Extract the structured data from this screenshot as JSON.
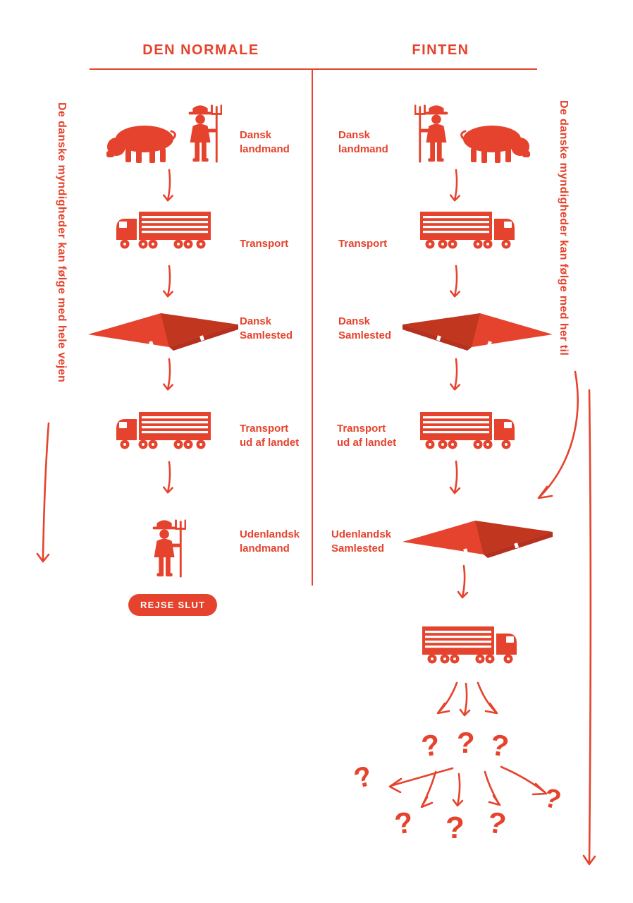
{
  "colors": {
    "primary": "#E5432D",
    "dark_red": "#B5301E",
    "background": "#FFFFFF"
  },
  "columns": {
    "left": {
      "header": "DEN NORMALE",
      "side_note": "De danske myndigheder kan følge med hele vejen",
      "steps": [
        {
          "icon": "pig-and-farmer-icon",
          "label": "Dansk\nlandmand"
        },
        {
          "icon": "livestock-truck-icon",
          "label": "Transport"
        },
        {
          "icon": "collection-point-icon",
          "label": "Dansk\nSamlested"
        },
        {
          "icon": "livestock-truck-icon",
          "label": "Transport\nud af landet"
        },
        {
          "icon": "farmer-icon",
          "label": "Udenlandsk\nlandmand"
        }
      ],
      "end_badge": "REJSE SLUT"
    },
    "right": {
      "header": "FINTEN",
      "side_note": "De danske myndigheder kan følge med her til",
      "steps": [
        {
          "icon": "farmer-and-pig-icon",
          "label": "Dansk\nlandmand"
        },
        {
          "icon": "livestock-truck-icon",
          "label": "Transport"
        },
        {
          "icon": "collection-point-icon",
          "label": "Dansk\nSamlested"
        },
        {
          "icon": "livestock-truck-icon",
          "label": "Transport\nud af landet"
        },
        {
          "icon": "collection-point-icon",
          "label": "Udenlandsk\nSamlested"
        },
        {
          "icon": "livestock-truck-icon",
          "label": ""
        }
      ],
      "unknown_symbol": "?"
    }
  }
}
